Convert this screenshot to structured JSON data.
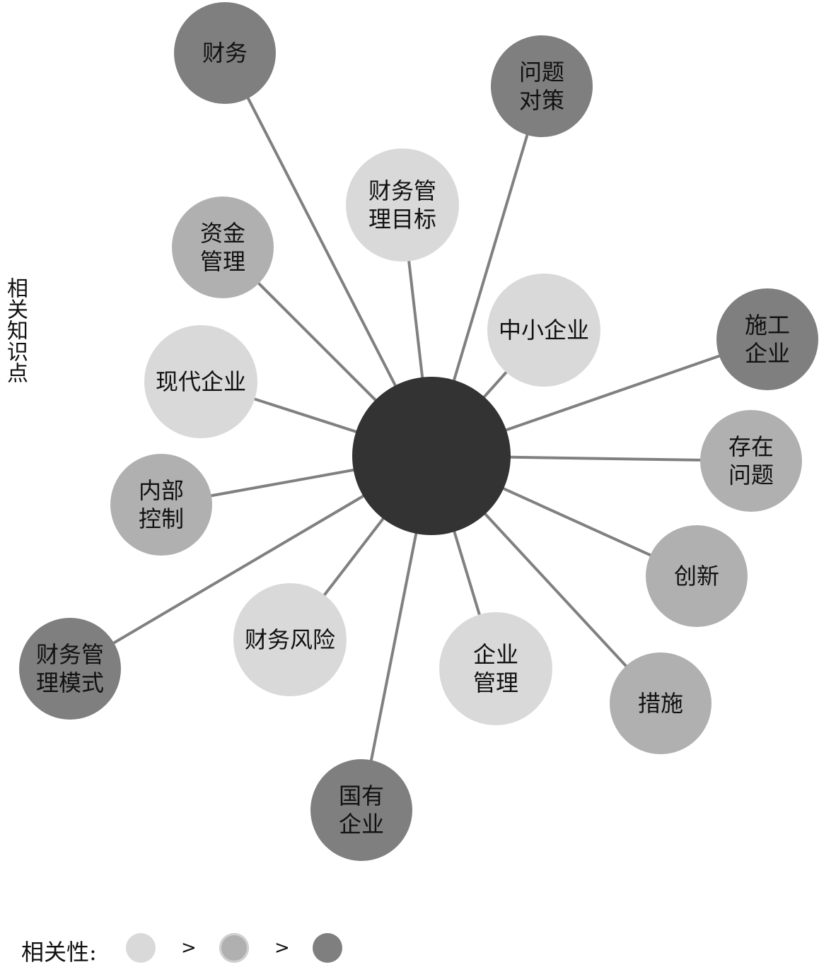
{
  "side_title": "相关知识点",
  "legend": {
    "label": "相关性:",
    "separator": ">",
    "levels": [
      "high",
      "medium",
      "low"
    ]
  },
  "colors": {
    "high": "#d9d9d9",
    "medium": "#b0b0b0",
    "low": "#7f7f7f",
    "center": "#333333",
    "line": "#808080"
  },
  "nodes": [
    {
      "id": "caiwu",
      "lines": [
        "财务"
      ],
      "level": "low"
    },
    {
      "id": "wenti-duice",
      "lines": [
        "问题",
        "对策"
      ],
      "level": "low"
    },
    {
      "id": "caiwu-guanli-mubiao",
      "lines": [
        "财务管",
        "理目标"
      ],
      "level": "high"
    },
    {
      "id": "zijin-guanli",
      "lines": [
        "资金",
        "管理"
      ],
      "level": "medium"
    },
    {
      "id": "zhongxiao-qiye",
      "lines": [
        "中小企业"
      ],
      "level": "high"
    },
    {
      "id": "shigong-qiye",
      "lines": [
        "施工",
        "企业"
      ],
      "level": "low"
    },
    {
      "id": "xiandai-qiye",
      "lines": [
        "现代企业"
      ],
      "level": "high"
    },
    {
      "id": "cunzai-wenti",
      "lines": [
        "存在",
        "问题"
      ],
      "level": "medium"
    },
    {
      "id": "neibu-kongzhi",
      "lines": [
        "内部",
        "控制"
      ],
      "level": "medium"
    },
    {
      "id": "chuangxin",
      "lines": [
        "创新"
      ],
      "level": "medium"
    },
    {
      "id": "caiwu-fengxian",
      "lines": [
        "财务风险"
      ],
      "level": "high"
    },
    {
      "id": "caiwu-guanli-moshi",
      "lines": [
        "财务管",
        "理模式"
      ],
      "level": "low"
    },
    {
      "id": "qiye-guanli",
      "lines": [
        "企业",
        "管理"
      ],
      "level": "high"
    },
    {
      "id": "cuoshi",
      "lines": [
        "措施"
      ],
      "level": "medium"
    },
    {
      "id": "guoyou-qiye",
      "lines": [
        "国有",
        "企业"
      ],
      "level": "low"
    }
  ]
}
